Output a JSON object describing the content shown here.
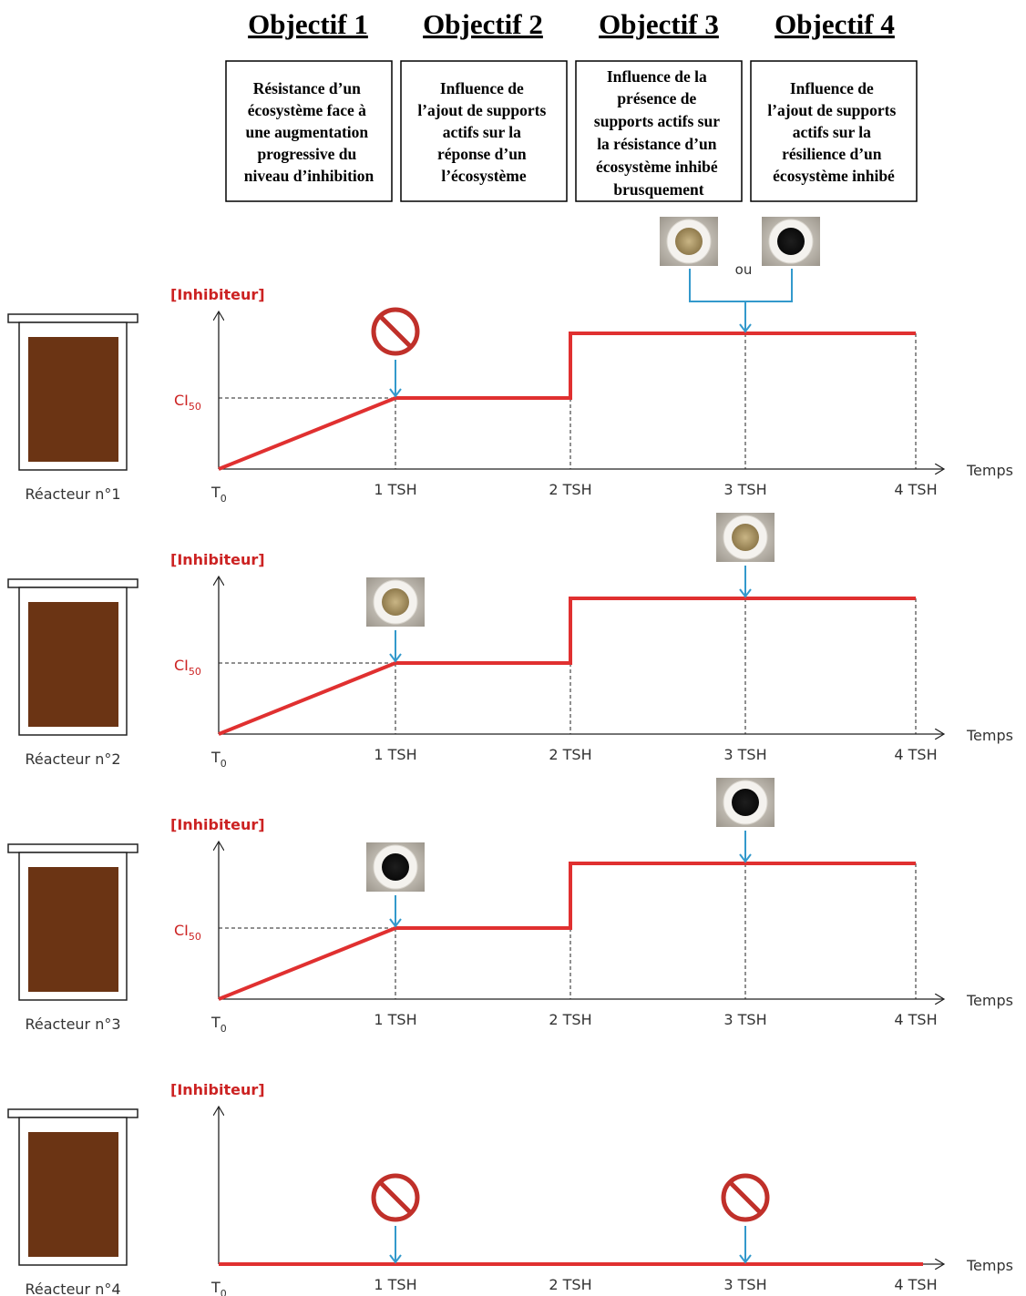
{
  "objectives": [
    {
      "title": "Objectif 1",
      "lines": [
        "Résistance d’un",
        "écosystème face à",
        "une augmentation",
        "progressive du",
        "niveau d’inhibition"
      ]
    },
    {
      "title": "Objectif 2",
      "lines": [
        "Influence de",
        "l’ajout de supports",
        "actifs sur la",
        "réponse d’un",
        "l’écosystème"
      ]
    },
    {
      "title": "Objectif 3",
      "lines": [
        "Influence de la",
        "présence de",
        "supports actifs sur",
        "la résistance d’un",
        "écosystème inhibé",
        "brusquement"
      ]
    },
    {
      "title": "Objectif 4",
      "lines": [
        "Influence de",
        "l’ajout de supports",
        "actifs sur la",
        "résilience d’un",
        "écosystème inhibé"
      ]
    }
  ],
  "axis": {
    "y_label": "[Inhibiteur]",
    "x_label": "Temps",
    "ci_label": "CI",
    "ci_sub": "50",
    "t0": "T",
    "t0_sub": "0",
    "ticks": [
      "1 TSH",
      "2 TSH",
      "3 TSH",
      "4 TSH"
    ]
  },
  "or_label": "ou",
  "reactors": [
    {
      "label": "Réacteur n°1",
      "profile": "ramp-step",
      "markers": [
        {
          "at": "1 TSH",
          "kind": "none"
        },
        {
          "at": "3 TSH",
          "kind": "either"
        }
      ]
    },
    {
      "label": "Réacteur n°2",
      "profile": "ramp-step",
      "markers": [
        {
          "at": "1 TSH",
          "kind": "light-support"
        },
        {
          "at": "3 TSH",
          "kind": "light-support"
        }
      ]
    },
    {
      "label": "Réacteur n°3",
      "profile": "ramp-step",
      "markers": [
        {
          "at": "1 TSH",
          "kind": "dark-support"
        },
        {
          "at": "3 TSH",
          "kind": "dark-support"
        }
      ]
    },
    {
      "label": "Réacteur n°4",
      "profile": "zero",
      "markers": [
        {
          "at": "1 TSH",
          "kind": "none"
        },
        {
          "at": "3 TSH",
          "kind": "none"
        }
      ]
    }
  ],
  "colors": {
    "profile_line": "#e03030",
    "arrow": "#3399cc",
    "prohibit": "#c0302a",
    "reactor_fill": "#6b3414",
    "light_support": "#b8a478",
    "dark_support": "#151515"
  }
}
